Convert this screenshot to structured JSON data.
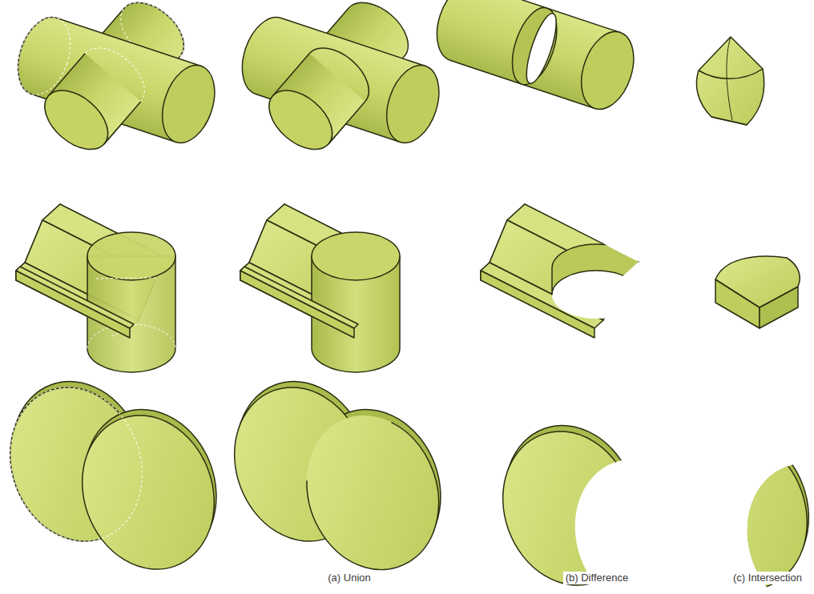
{
  "diagram": {
    "labels": [
      "(a) Union",
      "(b) Difference",
      "(c) Intersection"
    ]
  }
}
